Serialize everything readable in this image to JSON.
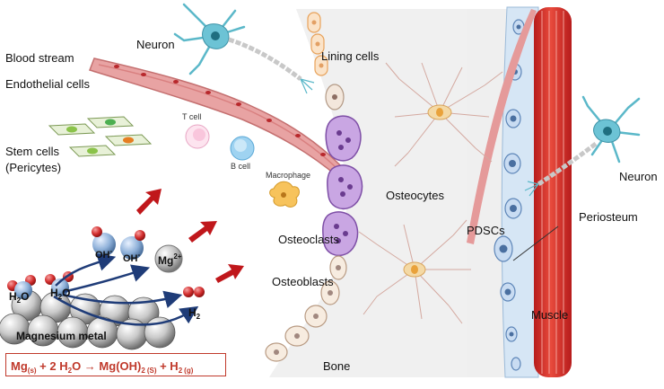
{
  "labels": {
    "blood_stream": "Blood stream",
    "endothelial_cells": "Endothelial cells",
    "neuron_top": "Neuron",
    "lining_cells": "Lining cells",
    "t_cell": "T cell",
    "b_cell": "B cell",
    "stem_cells_line1": "Stem cells",
    "stem_cells_line2": "(Pericytes)",
    "macrophage": "Macrophage",
    "osteocytes": "Osteocytes",
    "osteoclasts": "Osteoclasts",
    "osteoblasts": "Osteoblasts",
    "bone": "Bone",
    "pdscs": "PDSCs",
    "periosteum": "Periosteum",
    "muscle": "Muscle",
    "neuron_right": "Neuron",
    "magnesium_metal": "Magnesium metal"
  },
  "chemistry": {
    "oh": "OH",
    "oh_charge": "-",
    "h2o_h": "H",
    "h2o_sub": "2",
    "h2o_o": "O",
    "mg": "Mg",
    "mg_charge": "2+",
    "h2_h": "H",
    "h2_sub": "2"
  },
  "equation": {
    "mg": "Mg",
    "mg_state": "(s)",
    "plus1": " + 2 H",
    "water_sub": "2",
    "water_o": "O",
    "arrow": " → ",
    "product": "Mg(OH)",
    "product_sub": "2",
    "product_state": "(S)",
    "plus2": " + H",
    "h2_sub": "2",
    "h2_state": "(g)"
  },
  "colors": {
    "equation_text": "#c0392b",
    "arrow_red": "#c0171b",
    "flow_arrow": "#1f3c78",
    "bone_bg": "#f2f2f2",
    "muscle": "#d9302c",
    "periosteum": "#cfe2f3",
    "vessel": "#e59a9a",
    "osteoclast": "#b58ad6"
  }
}
